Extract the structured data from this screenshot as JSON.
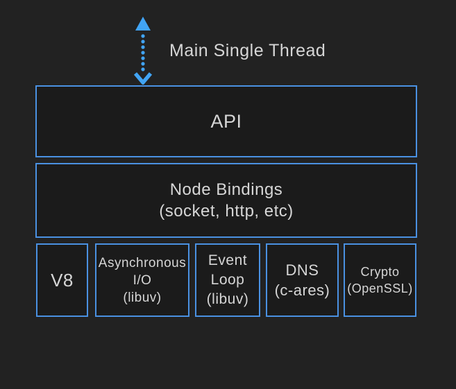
{
  "diagram": {
    "title_hint": "Node.js architecture layers",
    "arrow": {
      "label": "Main Single Thread",
      "icon": "double-headed-dotted-arrow-icon"
    },
    "layers": {
      "api": {
        "label": "API"
      },
      "bindings": {
        "line1": "Node Bindings",
        "line2": "(socket, http, etc)"
      },
      "components": [
        {
          "id": "v8",
          "lines": [
            "V8"
          ]
        },
        {
          "id": "async-io",
          "lines": [
            "Asynchronous",
            "I/O",
            "(libuv)"
          ]
        },
        {
          "id": "event-loop",
          "lines": [
            "Event",
            "Loop",
            "(libuv)"
          ]
        },
        {
          "id": "dns",
          "lines": [
            "DNS",
            "(c-ares)"
          ]
        },
        {
          "id": "crypto",
          "lines": [
            "Crypto",
            "(OpenSSL)"
          ]
        }
      ]
    },
    "colors": {
      "background": "#222222",
      "box_fill": "#1b1b1b",
      "box_border": "#4a91e2",
      "arrow": "#41a4f5",
      "text": "#d6d6d6"
    }
  }
}
